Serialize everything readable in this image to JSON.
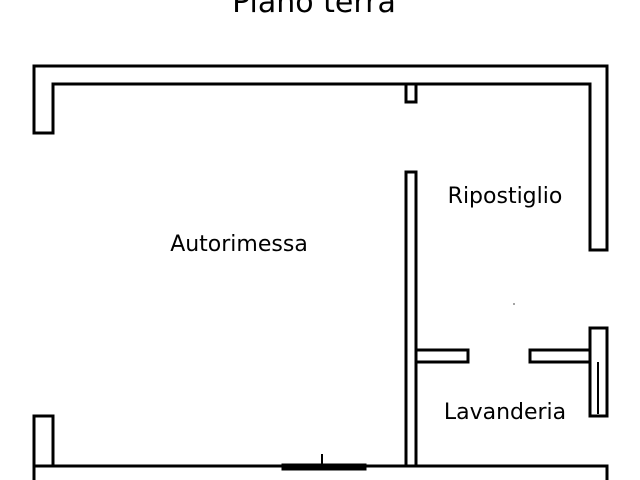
{
  "plan": {
    "title": "Piano terra",
    "rooms": {
      "garage": "Autorimessa",
      "storage": "Ripostiglio",
      "laundry": "Lavanderia"
    }
  },
  "colors": {
    "wall": "#000000",
    "background": "#ffffff"
  }
}
